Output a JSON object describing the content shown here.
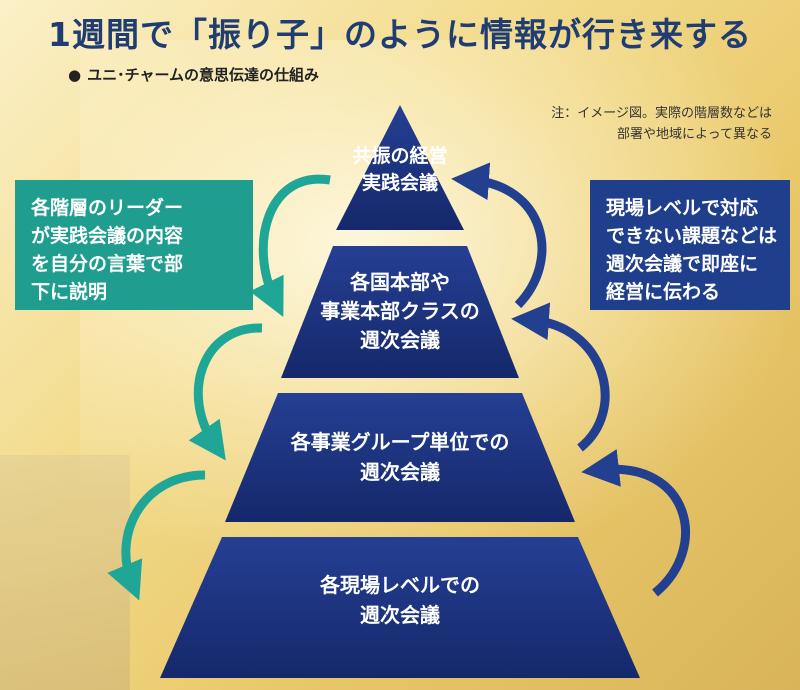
{
  "title": "1週間で「振り子」のように情報が行き来する",
  "subtitle": {
    "bullet": "●",
    "text": "ユニ･チャームの意思伝達の仕組み"
  },
  "note": {
    "line1": "注：イメージ図。実際の階層数などは",
    "line2": "部署や地域によって異なる"
  },
  "tiers": [
    {
      "lines": [
        "共振の経営",
        "実践会議"
      ]
    },
    {
      "lines": [
        "各国本部や",
        "事業本部クラスの",
        "週次会議"
      ]
    },
    {
      "lines": [
        "各事業グループ単位での",
        "週次会議"
      ]
    },
    {
      "lines": [
        "各現場レベルでの",
        "週次会議"
      ]
    }
  ],
  "left_box": {
    "lines": [
      "各階層のリーダー",
      "が実践会議の内容",
      "を自分の言葉で部",
      "下に説明"
    ]
  },
  "right_box": {
    "lines": [
      "現場レベルで対応",
      "できない課題などは",
      "週次会議で即座に",
      "経営に伝わる"
    ]
  },
  "colors": {
    "title": "#1f3d73",
    "pyramid_top": "#253f93",
    "pyramid_bottom": "#15286b",
    "teal_box": "#1f9d8e",
    "teal_arrow": "#1fa696",
    "navy_box": "#1f3e8c",
    "navy_arrow": "#233f8f"
  }
}
